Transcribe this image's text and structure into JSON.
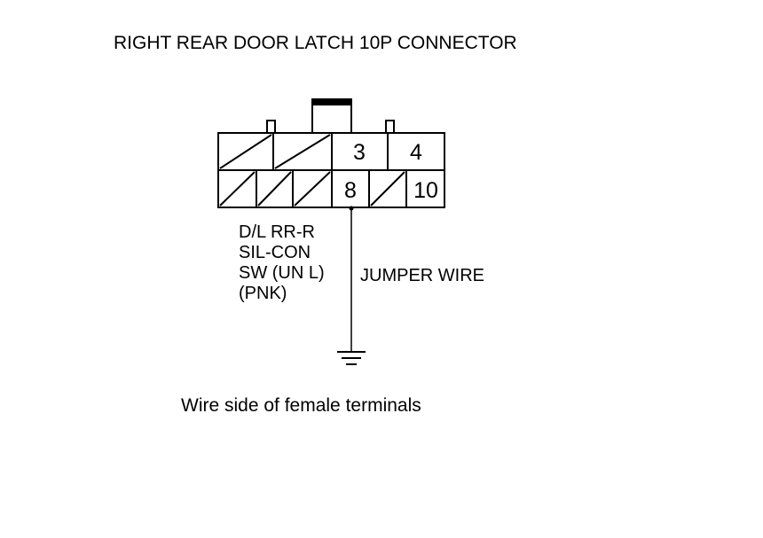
{
  "title": "RIGHT REAR DOOR LATCH 10P CONNECTOR",
  "connector": {
    "pins": {
      "pin_3": "3",
      "pin_4": "4",
      "pin_8": "8",
      "pin_10": "10"
    },
    "unused_cavities": [
      "1",
      "2",
      "5",
      "6",
      "7",
      "9"
    ]
  },
  "wire_label": {
    "line1": "D/L RR-R",
    "line2": "SIL-CON",
    "line3": "SW (UN L)",
    "line4": "(PNK)"
  },
  "jumper_label": "JUMPER WIRE",
  "ground_symbol": "ground-icon",
  "caption": "Wire side of female terminals",
  "colors": {
    "line": "#000000",
    "background": "#ffffff"
  }
}
